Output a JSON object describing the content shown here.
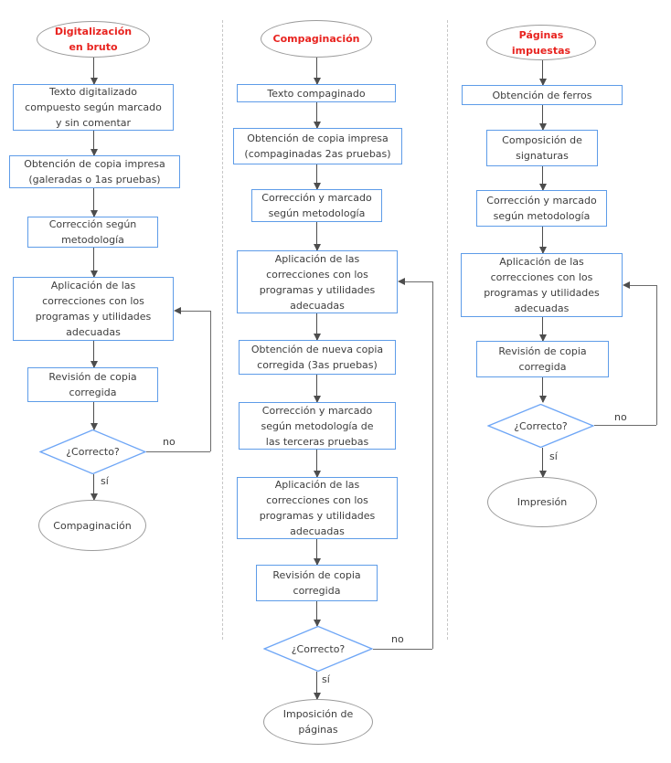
{
  "flowchart": {
    "columns": [
      {
        "title": "Digitalización\nen bruto",
        "steps": [
          "Texto digitalizado\ncompuesto según marcado\ny sin comentar",
          "Obtención de copia impresa\n(galeradas o 1as pruebas)",
          "Corrección según\nmetodología",
          "Aplicación de las\ncorrecciones con los\nprogramas y utilidades\nadecuadas",
          "Revisión de copia\ncorregida"
        ],
        "decision": "¿Correcto?",
        "no": "no",
        "yes": "sí",
        "end": "Compaginación"
      },
      {
        "title": "Compaginación",
        "steps": [
          "Texto compaginado",
          "Obtención de copia impresa\n(compaginadas 2as pruebas)",
          "Corrección y marcado\nsegún metodología",
          "Aplicación de las\ncorrecciones con los\nprogramas y utilidades\nadecuadas",
          "Obtención de nueva copia\ncorregida (3as pruebas)",
          "Corrección y marcado\nsegún metodología de\nlas terceras pruebas",
          "Aplicación de las\ncorrecciones con los\nprogramas y utilidades\nadecuadas",
          "Revisión de copia\ncorregida"
        ],
        "decision": "¿Correcto?",
        "no": "no",
        "yes": "sí",
        "end": "Imposición de\npáginas"
      },
      {
        "title": "Páginas\nimpuestas",
        "steps": [
          "Obtención de ferros",
          "Composición de\nsignaturas",
          "Corrección y marcado\nsegún metodología",
          "Aplicación de las\ncorrecciones con los\nprogramas y utilidades\nadecuadas",
          "Revisión de copia\ncorregida"
        ],
        "decision": "¿Correcto?",
        "no": "no",
        "yes": "sí",
        "end": "Impresión"
      }
    ]
  },
  "colors": {
    "box_border": "#5e9ce8",
    "diamond_border": "#6ea6f6",
    "ellipse_border": "#9b9b9b",
    "start_title": "#e8231f",
    "arrow": "#4d4d4d",
    "text": "#3d3d3d",
    "divider": "#c7c7c7"
  }
}
